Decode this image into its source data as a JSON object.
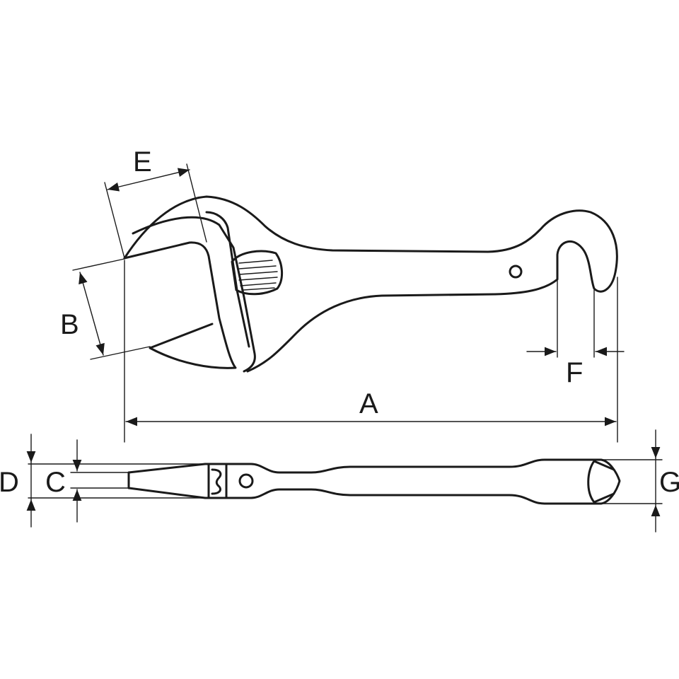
{
  "diagram": {
    "line_color": "#1a1a1a",
    "background": "#ffffff",
    "labels": {
      "A": "A",
      "B": "B",
      "C": "C",
      "D": "D",
      "E": "E",
      "F": "F",
      "G": "G"
    }
  }
}
